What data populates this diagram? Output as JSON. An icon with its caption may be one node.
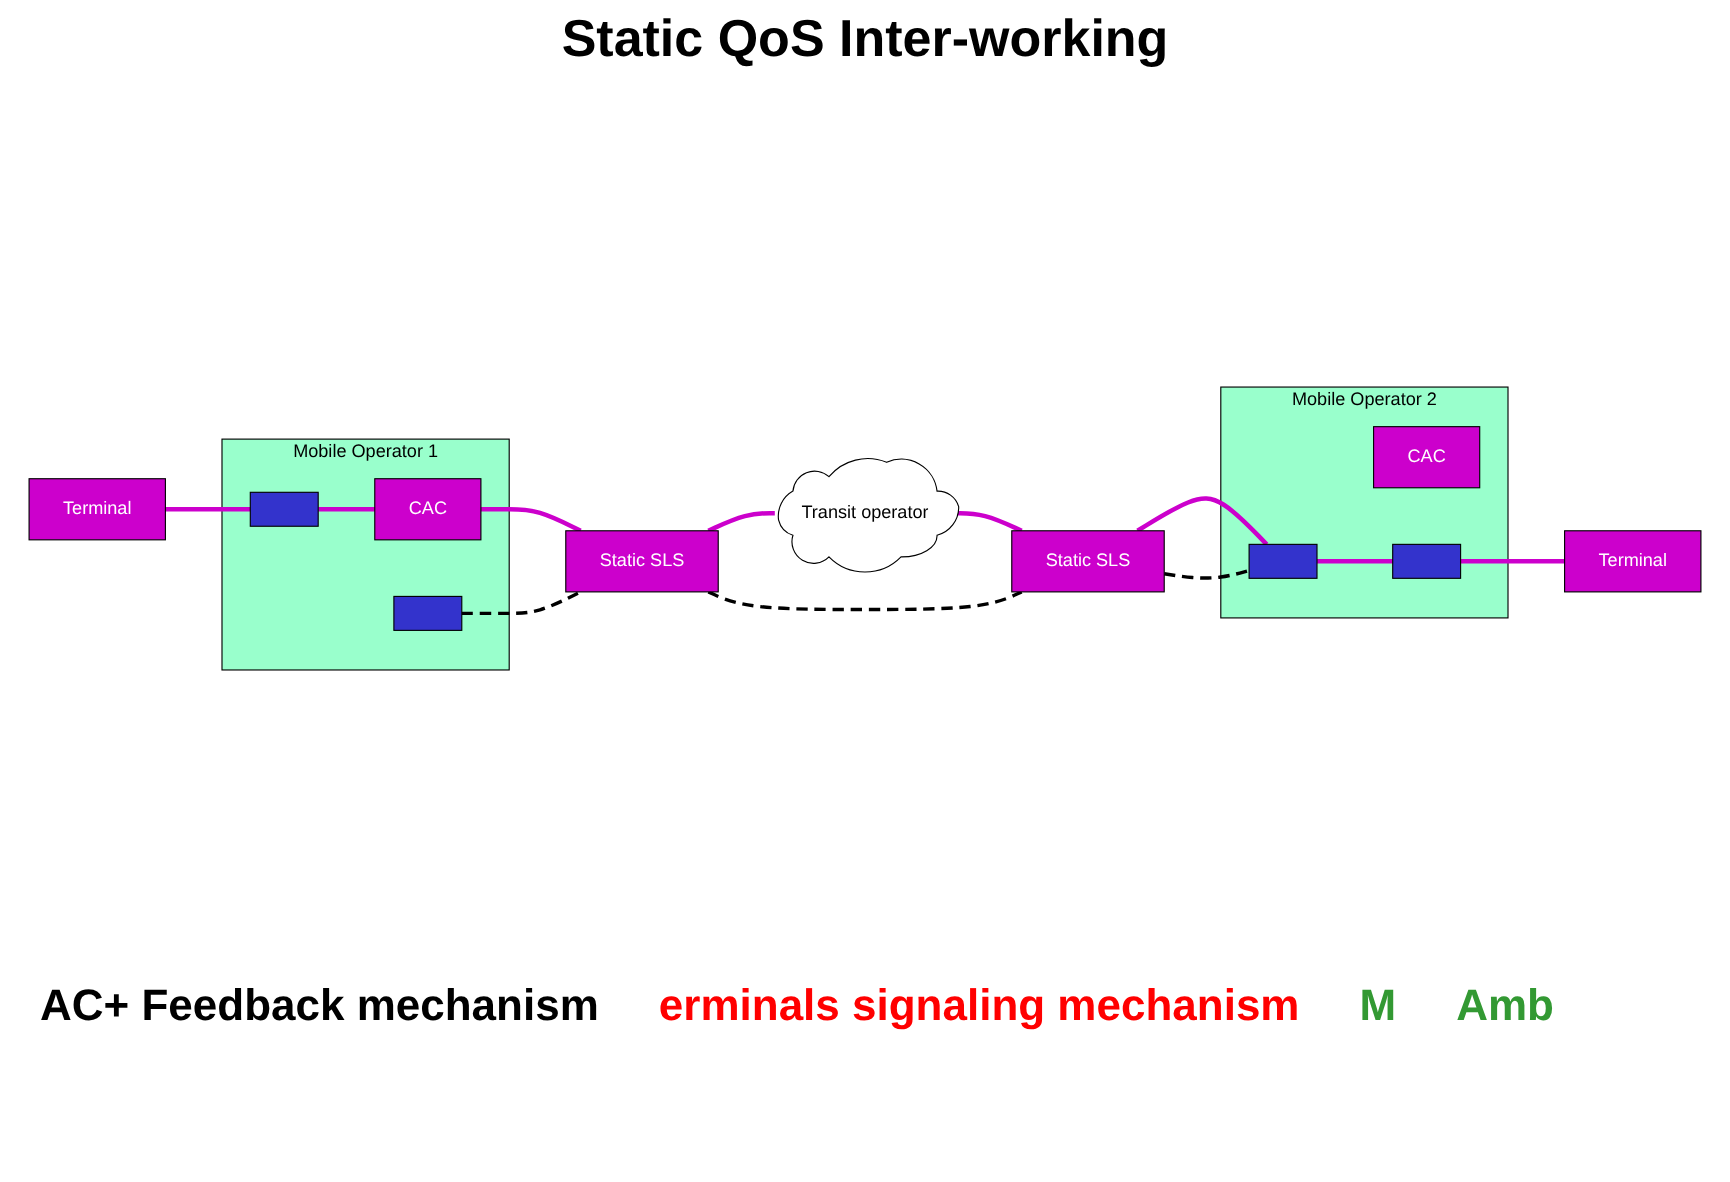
{
  "diagram": {
    "title": "Static QoS Inter-working",
    "nodes": [
      {
        "text": [
          "Terminal"
        ]
      },
      {
        "text": [
          "Mobile Operator 1"
        ]
      },
      {
        "text": [],
        "shape": "box",
        "in": 1
      },
      {
        "text": [
          "CAC"
        ],
        "in": 1
      },
      {
        "text": [],
        "shape": "box",
        "in": 1
      },
      {
        "text": [
          "Static SLS"
        ]
      },
      {
        "text": [
          "Transit operator"
        ]
      },
      {
        "text": [
          "Static SLS"
        ]
      },
      {
        "text": [
          "Mobile Operator 2"
        ]
      },
      {
        "text": [],
        "shape": "box",
        "in": 8
      },
      {
        "text": [
          "CAC"
        ],
        "in": 8
      },
      {
        "text": [],
        "shape": "box",
        "in": 8
      },
      {
        "text": [
          "Terminal"
        ]
      }
    ],
    "edges": [
      {
        "from": 0,
        "to": 2,
        "arrow": "none"
      },
      {
        "from": 2,
        "to": 3,
        "arrow": "none"
      },
      {
        "from": 3,
        "to": 5,
        "arrow": "none"
      },
      {
        "from": 5,
        "to": 6,
        "arrow": "none"
      },
      {
        "from": 6,
        "to": 7,
        "arrow": "none"
      },
      {
        "from": 7,
        "to": 9,
        "arrow": "none"
      },
      {
        "from": 9,
        "to": 11,
        "arrow": "none"
      },
      {
        "from": 11,
        "to": 12,
        "arrow": "none"
      },
      {
        "from": 4,
        "to": 5,
        "arrow": "none",
        "style": "dashed",
        "color": "#000000"
      },
      {
        "from": 5,
        "to": 7,
        "arrow": "none",
        "style": "dashed",
        "color": "#000000"
      },
      {
        "from": 7,
        "to": 9,
        "arrow": "none",
        "style": "dashed",
        "color": "#000000"
      }
    ],
    "labels": [
      "AC+ Feedback mechanism",
      "erminals signaling mechanism",
      "M",
      "Amb"
    ]
  }
}
